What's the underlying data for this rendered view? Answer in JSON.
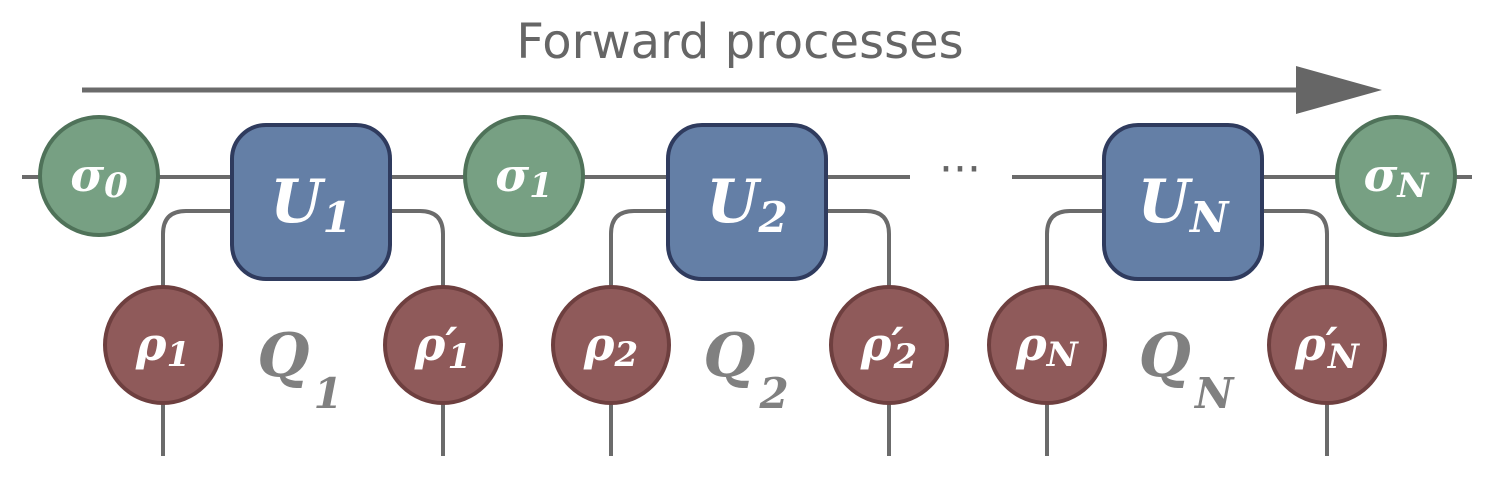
{
  "title": "Forward  processes",
  "ellipsis": "···",
  "sigma": [
    {
      "base": "σ",
      "sub": "0"
    },
    {
      "base": "σ",
      "sub": "1"
    },
    {
      "base": "σ",
      "sub": "N"
    }
  ],
  "gates": [
    {
      "base": "U",
      "sub": "1"
    },
    {
      "base": "U",
      "sub": "2"
    },
    {
      "base": "U",
      "sub": "N"
    }
  ],
  "rho": [
    {
      "base": "ρ",
      "sub": "1"
    },
    {
      "base": "ρ′",
      "sub": "1"
    },
    {
      "base": "ρ",
      "sub": "2"
    },
    {
      "base": "ρ′",
      "sub": "2"
    },
    {
      "base": "ρ",
      "sub": "N"
    },
    {
      "base": "ρ′",
      "sub": "N"
    }
  ],
  "channels": [
    {
      "base": "Q",
      "sub": "1"
    },
    {
      "base": "Q",
      "sub": "2"
    },
    {
      "base": "Q",
      "sub": "N"
    }
  ],
  "colors": {
    "sigma_fill": "#77a083",
    "rho_fill": "#8f5a5a",
    "gate_fill": "#647fa6",
    "wire": "#6b6b6b"
  }
}
